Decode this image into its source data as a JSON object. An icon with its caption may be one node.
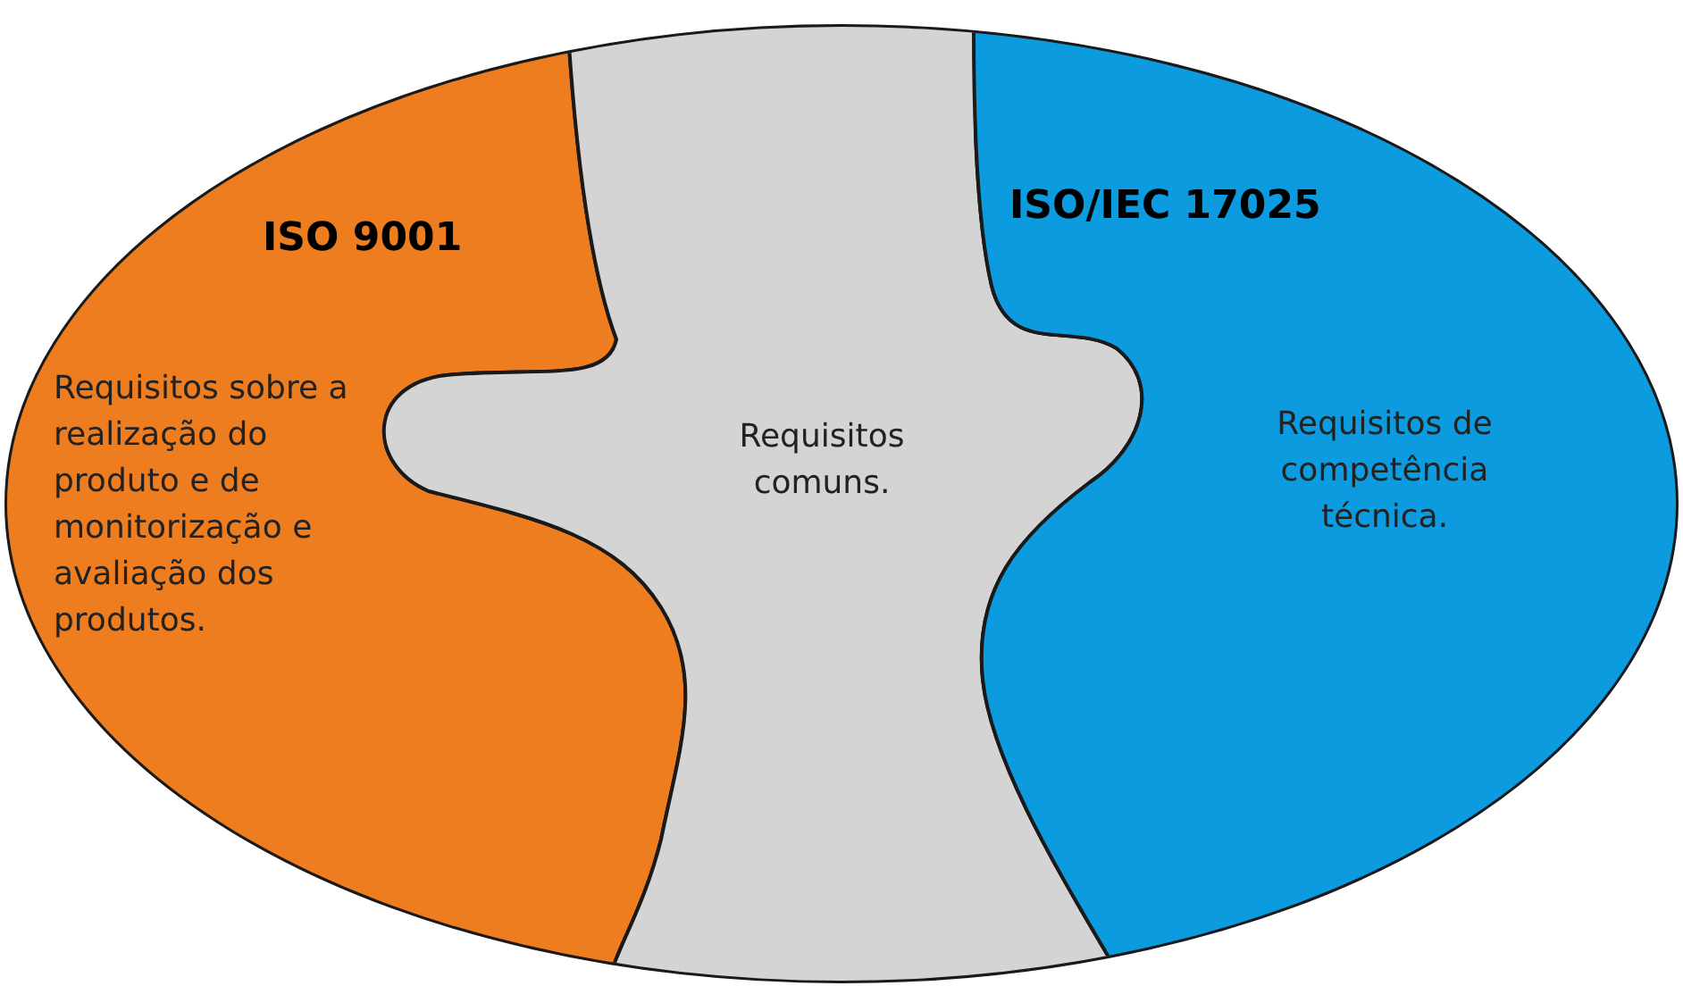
{
  "diagram": {
    "nodes": [
      {
        "text": [
          "ISO 9001",
          "Requisitos sobre a realização do produto e de monitorização e avaliação dos produtos."
        ]
      },
      {
        "text": [
          "Requisitos comuns."
        ]
      },
      {
        "text": [
          "ISO/IEC 17025",
          "Requisitos de competência técnica."
        ]
      }
    ]
  }
}
